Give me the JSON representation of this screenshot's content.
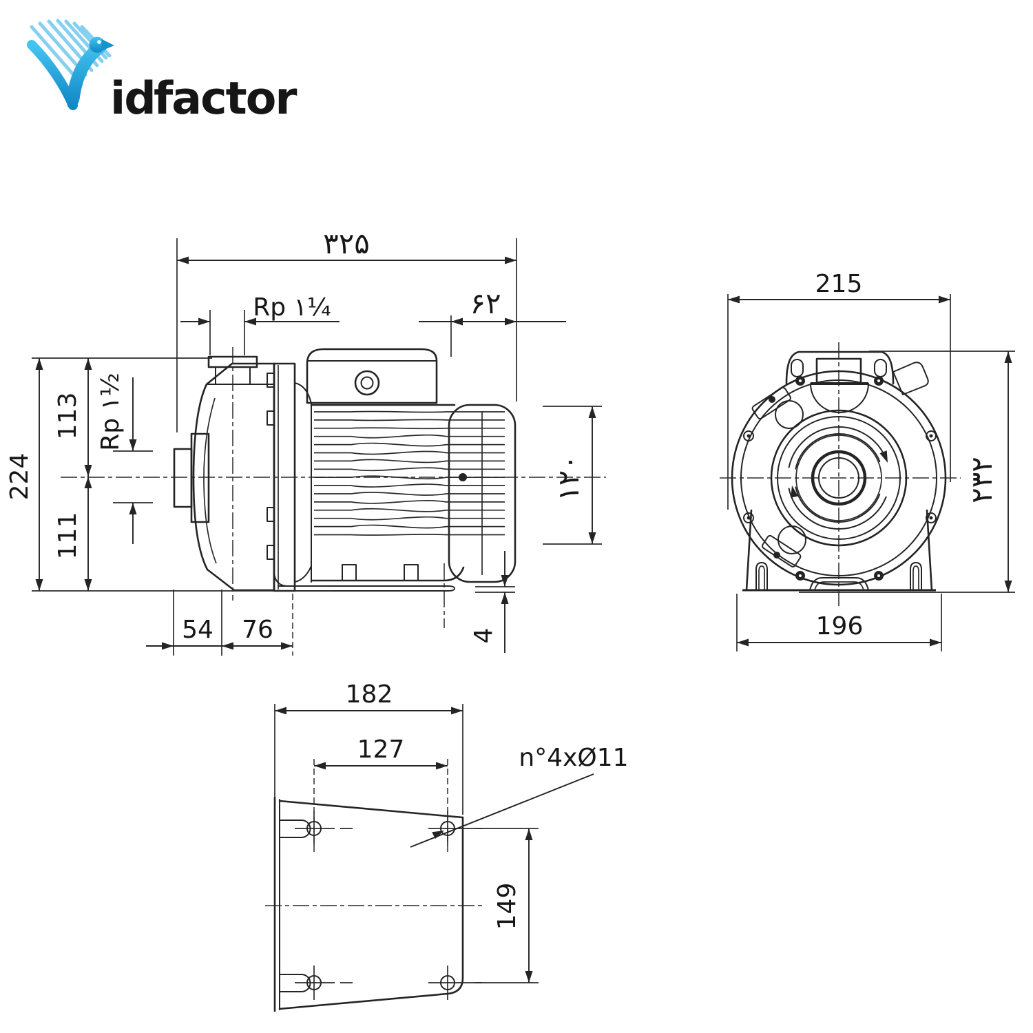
{
  "logo": {
    "word_blue": "id",
    "word_orange": "factor",
    "brand": "Vidfactor"
  },
  "side_view": {
    "overall_length": "۳۲۵",
    "discharge_port": "Rp ۱¼",
    "rear_length": "۶۲",
    "total_height": "224",
    "height_above_centerline": "113",
    "height_below_centerline": "111",
    "suction_port": "Rp ۱½",
    "motor_frame_height": "۱۲۰",
    "foot_offset": "54",
    "foot_length": "76",
    "base_plate_thickness": "4"
  },
  "front_view": {
    "overall_width": "215",
    "overall_height": "۲۳۲",
    "base_width": "196"
  },
  "bottom_view": {
    "plate_width": "182",
    "hole_spacing_width": "127",
    "mounting_holes_note": "n°4xØ11",
    "hole_spacing_depth": "149"
  },
  "colors": {
    "line": "#242424",
    "logo_blue": "#1ba6e0",
    "logo_orange": "#f6a40e"
  }
}
